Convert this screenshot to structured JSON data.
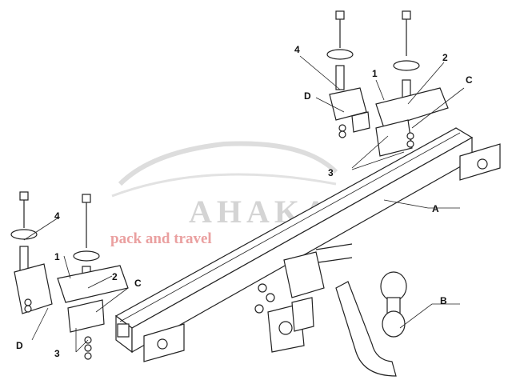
{
  "watermark": {
    "brand": "AHAKA",
    "tagline": "pack and travel",
    "brand_color": "#d4d4d4",
    "tagline_color": "#eaa0a0"
  },
  "labels": {
    "A": "A",
    "B": "B",
    "C_right": "C",
    "C_left": "C",
    "D_right": "D",
    "D_left": "D",
    "one_right": "1",
    "one_left": "1",
    "two_right": "2",
    "two_left": "2",
    "three_right": "3",
    "three_left": "3",
    "four_right": "4",
    "four_left": "4"
  }
}
